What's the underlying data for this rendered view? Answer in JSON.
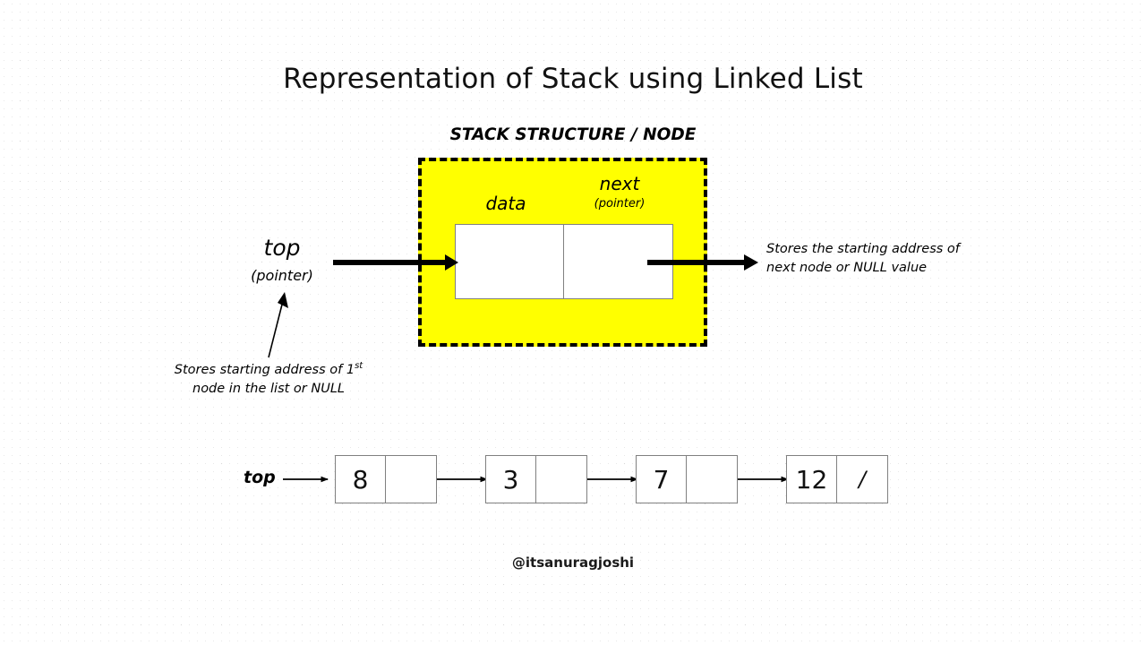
{
  "slide": {
    "title": "Representation of Stack using Linked List",
    "subtitle": "STACK STRUCTURE / NODE",
    "footer": "@itsanuragjoshi"
  },
  "node_structure": {
    "data_label": "data",
    "next_label": "next",
    "next_sublabel": "(pointer)",
    "box_fill_color": "#ffff00",
    "border_style": "dashed",
    "border_color": "#000000",
    "cells": [
      "",
      ""
    ]
  },
  "top_pointer": {
    "label": "top",
    "sublabel": "(pointer)"
  },
  "annotations": {
    "left_line1_a": "Stores starting address of 1",
    "left_line1_sup": "st",
    "left_line2": "node in the list or NULL",
    "right_line1": "Stores the starting address of",
    "right_line2": "next node or NULL value"
  },
  "linked_list": {
    "head_label": "top",
    "nodes": [
      {
        "data": "8",
        "next": ""
      },
      {
        "data": "3",
        "next": ""
      },
      {
        "data": "7",
        "next": ""
      },
      {
        "data": "12",
        "next": "/"
      }
    ]
  }
}
